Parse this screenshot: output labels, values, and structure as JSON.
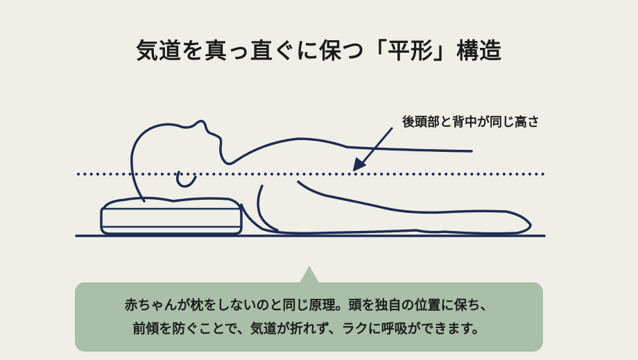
{
  "title": "気道を真っ直ぐに保つ「平形」構造",
  "annotation": "後頭部と背中が同じ高さ",
  "caption": {
    "line1": "赤ちゃんが枕をしないのと同じ原理。頭を独自の位置に保ち、",
    "line2": "前傾を防ぐことで、気道が折れず、ラクに呼吸ができます。"
  },
  "colors": {
    "line": "#1d2b52",
    "bubble": "#a9bfa8",
    "background": "#efefe8"
  }
}
